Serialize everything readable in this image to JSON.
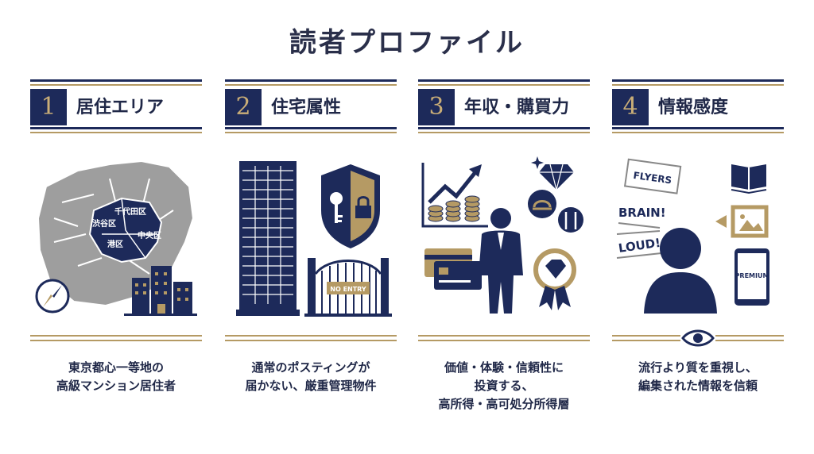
{
  "title": "読者プロファイル",
  "colors": {
    "navy": "#1d2a5a",
    "gold": "#b59a64",
    "gray": "#9a9a9a"
  },
  "columns": [
    {
      "number": "1",
      "label": "居住エリア",
      "illustration": {
        "icon": "tokyo-map-icon",
        "labels": [
          "千代田区",
          "渋谷区",
          "中央区",
          "港区"
        ]
      },
      "desc": [
        "東京都心一等地の",
        "高級マンション居住者"
      ]
    },
    {
      "number": "2",
      "label": "住宅属性",
      "illustration": {
        "icon": "tower-mansion-icon",
        "sign": "NO ENTRY"
      },
      "desc": [
        "通常のポスティングが",
        "届かない、厳重管理物件"
      ]
    },
    {
      "number": "3",
      "label": "年収・購買力",
      "illustration": {
        "icon": "wealthy-person-icon"
      },
      "desc": [
        "価値・体験・信頼性に",
        "投資する、",
        "高所得・高可処分所得層"
      ]
    },
    {
      "number": "4",
      "label": "情報感度",
      "illustration": {
        "icon": "reader-silhouette-icon",
        "flyer_words": [
          "FLYERS",
          "BRAIN!",
          "LOUD!"
        ],
        "tablet_text": "PREMIUM"
      },
      "desc": [
        "流行より質を重視し、",
        "編集された情報を信頼"
      ]
    }
  ]
}
